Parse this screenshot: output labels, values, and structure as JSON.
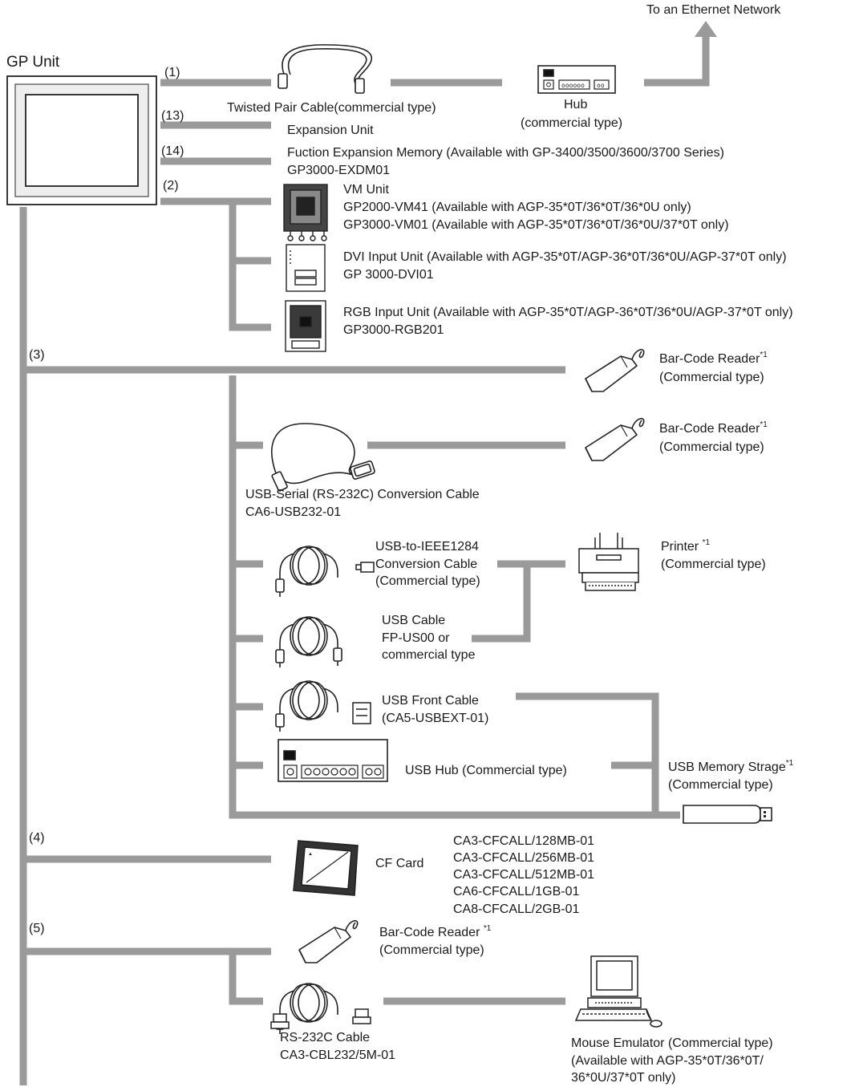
{
  "title": "GP Unit",
  "ethernet": "To an Ethernet Network",
  "ports": [
    "(1)",
    "(13)",
    "(14)",
    "(2)",
    "(3)",
    "(4)",
    "(5)"
  ],
  "twisted_pair": "Twisted Pair Cable(commercial type)",
  "hub": {
    "line1": "Hub",
    "line2": "(commercial type)"
  },
  "expansion_unit": "Expansion Unit",
  "fem": {
    "line1": "Fuction Expansion Memory (Available with GP-3400/3500/3600/3700 Series)",
    "line2": "GP3000-EXDM01"
  },
  "vm": {
    "line1": "VM Unit",
    "line2": "GP2000-VM41 (Available with AGP-35*0T/36*0T/36*0U only)",
    "line3": "GP3000-VM01 (Available with AGP-35*0T/36*0T/36*0U/37*0T only)"
  },
  "dvi": {
    "line1": "DVI Input Unit (Available with AGP-35*0T/AGP-36*0T/36*0U/AGP-37*0T only)",
    "line2": "GP 3000-DVI01"
  },
  "rgb": {
    "line1": "RGB Input Unit (Available with AGP-35*0T/AGP-36*0T/36*0U/AGP-37*0T only)",
    "line2": "GP3000-RGB201"
  },
  "barcode": {
    "name": "Bar-Code Reader",
    "type": "(Commercial type)"
  },
  "note": "*1",
  "usb_serial": {
    "line1": "USB-Serial (RS-232C) Conversion Cable",
    "line2": "CA6-USB232-01"
  },
  "ieee": {
    "line1": "USB-to-IEEE1284",
    "line2": "Conversion Cable",
    "line3": "(Commercial type)"
  },
  "printer": {
    "name": "Printer ",
    "type": "(Commercial type)"
  },
  "usb_cable": {
    "line1": "USB Cable",
    "line2": "FP-US00 or",
    "line3": "commercial type"
  },
  "usb_front": {
    "line1": "USB Front Cable",
    "line2": "(CA5-USBEXT-01)"
  },
  "usb_hub": "USB Hub (Commercial type)",
  "usb_memory": {
    "name": "USB Memory Strage",
    "type": "(Commercial type)"
  },
  "cf_card": "CF Card",
  "cf_models": [
    "CA3-CFCALL/128MB-01",
    "CA3-CFCALL/256MB-01",
    "CA3-CFCALL/512MB-01",
    "CA6-CFCALL/1GB-01",
    "CA8-CFCALL/2GB-01"
  ],
  "rs232": {
    "line1": "RS-232C Cable",
    "line2": "CA3-CBL232/5M-01"
  },
  "mouse": {
    "line1": "Mouse Emulator (Commercial type)",
    "line2": "(Available with AGP-35*0T/36*0T/",
    "line3": "36*0U/37*0T only)"
  },
  "colors": {
    "line": "#9a9a9a",
    "ink": "#1a1a1a"
  }
}
